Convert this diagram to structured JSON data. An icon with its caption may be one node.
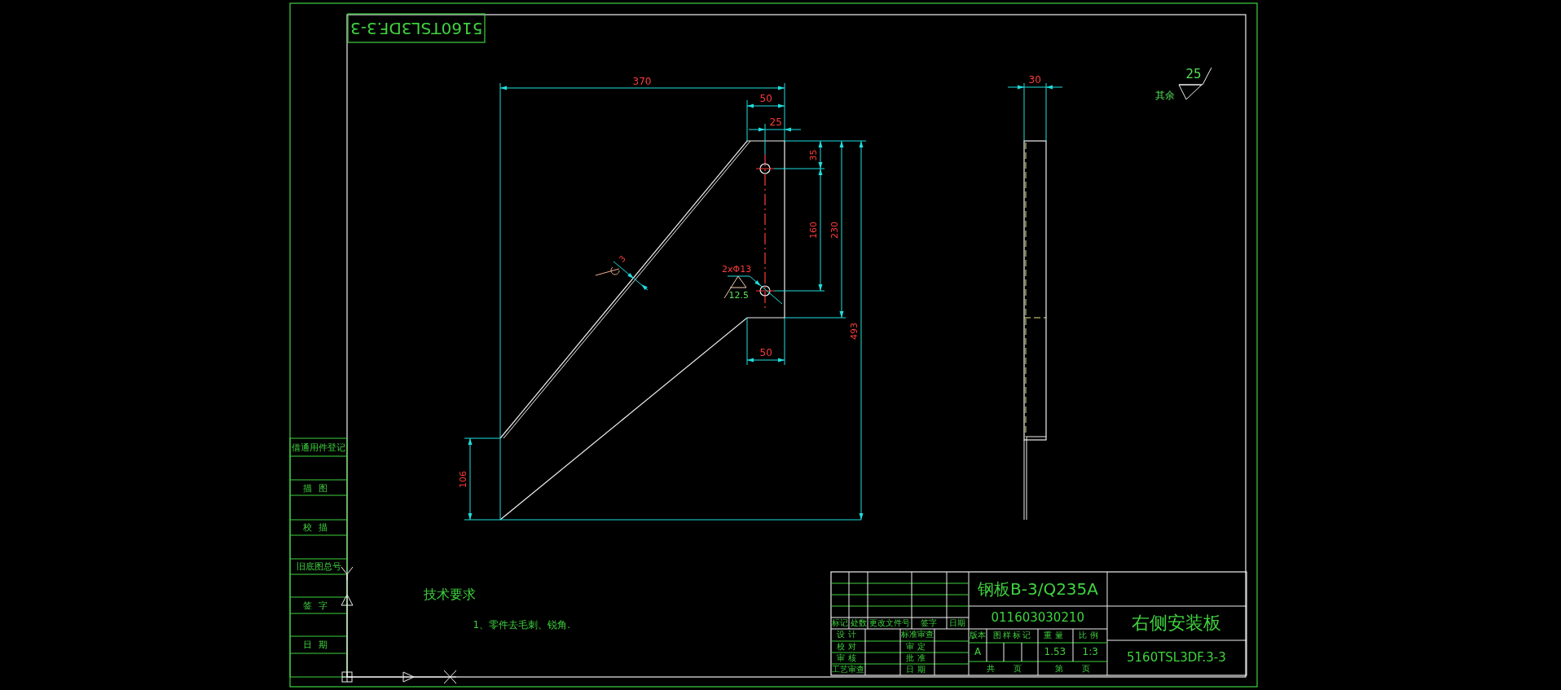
{
  "diagram": {
    "labels": [
      "5160TSL3DF.3-3",
      "370",
      "50",
      "25",
      "30",
      "25",
      "其余",
      "35",
      "160",
      "230",
      "3",
      "2xΦ13",
      "12.5",
      "493",
      "50",
      "106",
      "借通用件登记",
      "描图",
      "校描",
      "旧底图总号",
      "签字",
      "日期",
      "技术要求",
      "1、零件去毛刺、锐角.",
      "钢板B-3/Q235A",
      "标记",
      "处数",
      "更改文件号",
      "签字",
      "日期",
      "011603030210",
      "右侧安装板",
      "设计",
      "标准审查",
      "版本",
      "图样标记",
      "重量",
      "比例",
      "校对",
      "审定",
      "A",
      "1.53",
      "1:3",
      "审核",
      "批准",
      "5160TSL3DF.3-3",
      "工艺审查",
      "日期",
      "共 页",
      "第 页"
    ]
  }
}
